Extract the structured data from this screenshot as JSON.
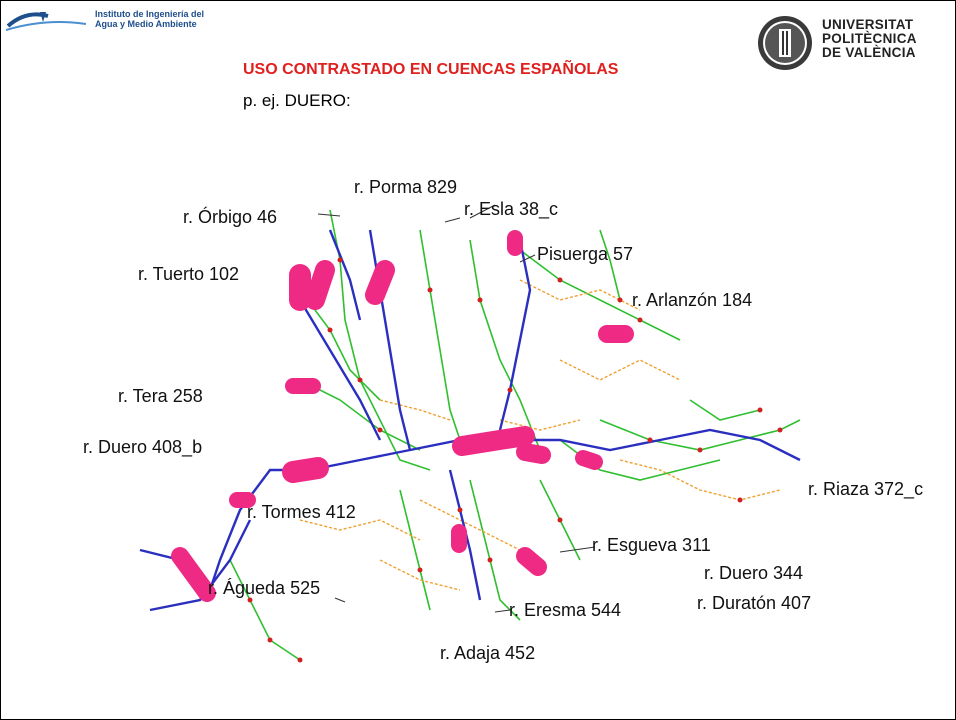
{
  "header": {
    "institute_name": "Instituto de Ingeniería del\nAgua y Medio Ambiente",
    "university_name": "UNIVERSITAT\nPOLITÈCNICA\nDE VALÈNCIA"
  },
  "slide": {
    "title": "USO CONTRASTADO EN CUENCAS ESPAÑOLAS",
    "subtitle": "p. ej. DUERO:"
  },
  "map": {
    "title": "",
    "labels": {
      "porma": "r. Porma 829",
      "orbigo": "r. Órbigo 46",
      "esla": "r. Esla 38_c",
      "pisuerga": "Pisuerga 57",
      "tuerto": "r. Tuerto 102",
      "arlanzon": "r. Arlanzón 184",
      "tera": "r. Tera 258",
      "duero408": "r. Duero 408_b",
      "riaza": "r. Riaza 372_c",
      "tormes": "r. Tormes 412",
      "esgueva": "r. Esgueva 311",
      "duero344": "r. Duero 344",
      "agueda": "r. Águeda 525",
      "eresma": "r. Eresma 544",
      "duraton": "r. Duratón 407",
      "adaja": "r. Adaja 452"
    },
    "colors": {
      "main_river": "#2b2fbf",
      "tributary": "#2fbf2f",
      "canal": "#f0a030",
      "highlight": "#ee2a85",
      "node": "#d02020"
    }
  }
}
